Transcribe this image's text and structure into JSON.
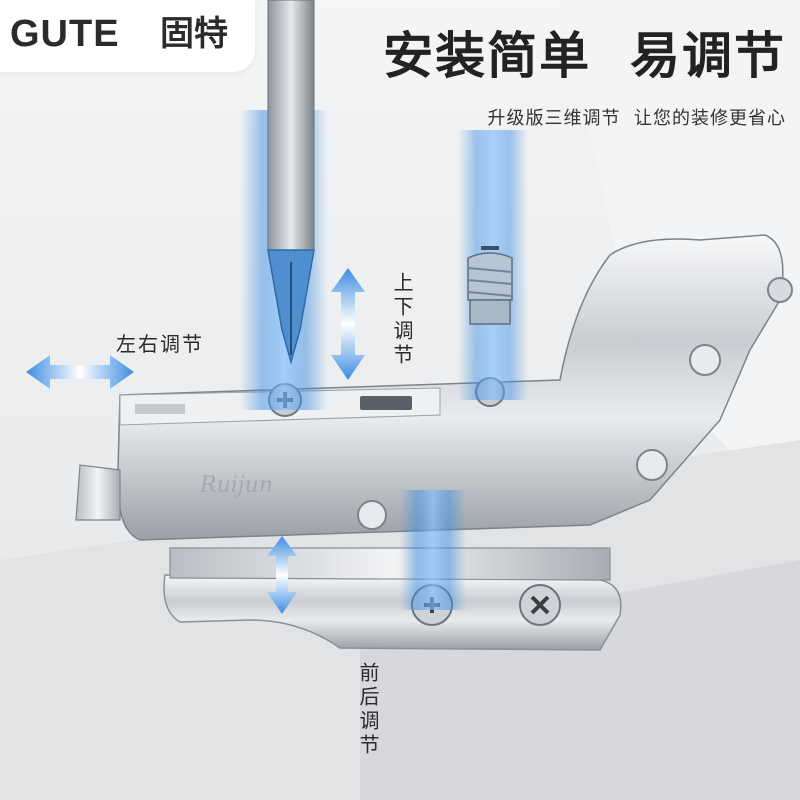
{
  "brand": {
    "logo_latin": "GUTE",
    "logo_cjk": "固特"
  },
  "headline": {
    "title": "安装简单  易调节",
    "subtitle": "升级版三维调节  让您的装修更省心"
  },
  "adjustments": {
    "left_right": "左右调节",
    "up_down": "上下调节",
    "front_back": "前后调节"
  },
  "product": {
    "engraving": "Ruijun"
  },
  "colors": {
    "accent_blue": "#3d8de0",
    "text_dark": "#222222",
    "background": "#eceef0"
  },
  "icons": [
    "screwdriver-icon",
    "screw-icon",
    "arrow-up-down-icon",
    "arrow-left-right-icon",
    "hinge-illustration"
  ]
}
